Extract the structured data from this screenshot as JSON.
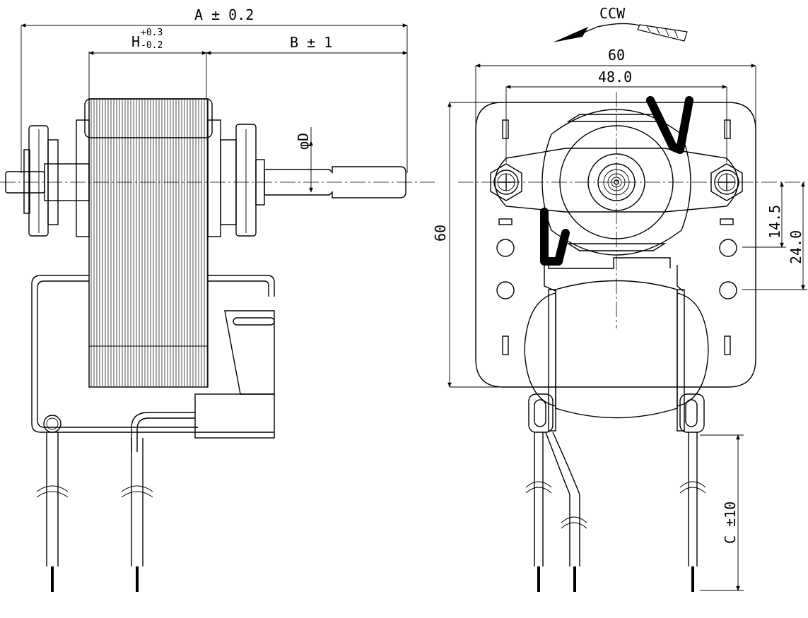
{
  "left_view": {
    "dim_A": "A ± 0.2",
    "dim_H": "H",
    "dim_H_upper": "+0.3",
    "dim_H_lower": "-0.2",
    "dim_B": "B ± 1",
    "dim_D": "φD"
  },
  "right_view": {
    "rotation": "CCW",
    "dim_width": "60",
    "dim_hole_spacing": "48.0",
    "dim_height": "60",
    "dim_hole_offset_1": "14.5",
    "dim_hole_offset_2": "24.0",
    "dim_lead": "C ±10"
  }
}
